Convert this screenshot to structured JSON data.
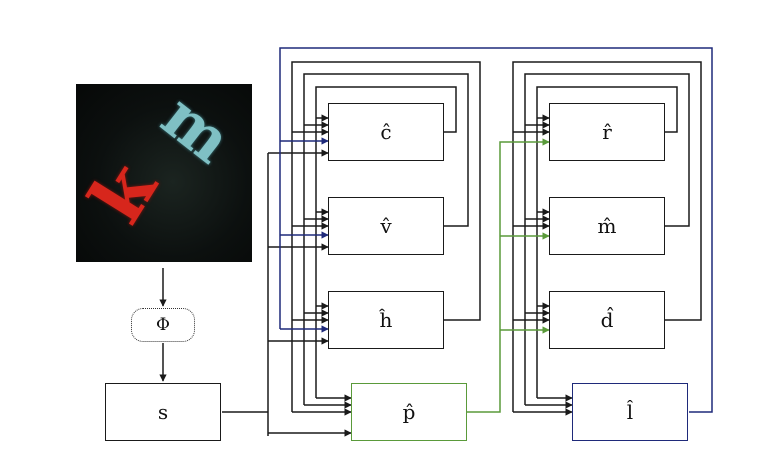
{
  "diagram": {
    "input_image": {
      "letters": [
        "m",
        "k"
      ],
      "letter_colors": [
        "#7fc0c4",
        "#d7261c"
      ]
    },
    "encoder_label": "Φ",
    "state_label": "s",
    "nodes": {
      "c": "ĉ",
      "v": "v̂",
      "h": "ĥ",
      "p": "p̂",
      "r": "r̂",
      "m": "m̂",
      "d": "d̂",
      "l": "l̂"
    },
    "colors": {
      "wire": "#1a1a1a",
      "p_output": "#5a9a3a",
      "l_output": "#1f2a7a"
    }
  }
}
